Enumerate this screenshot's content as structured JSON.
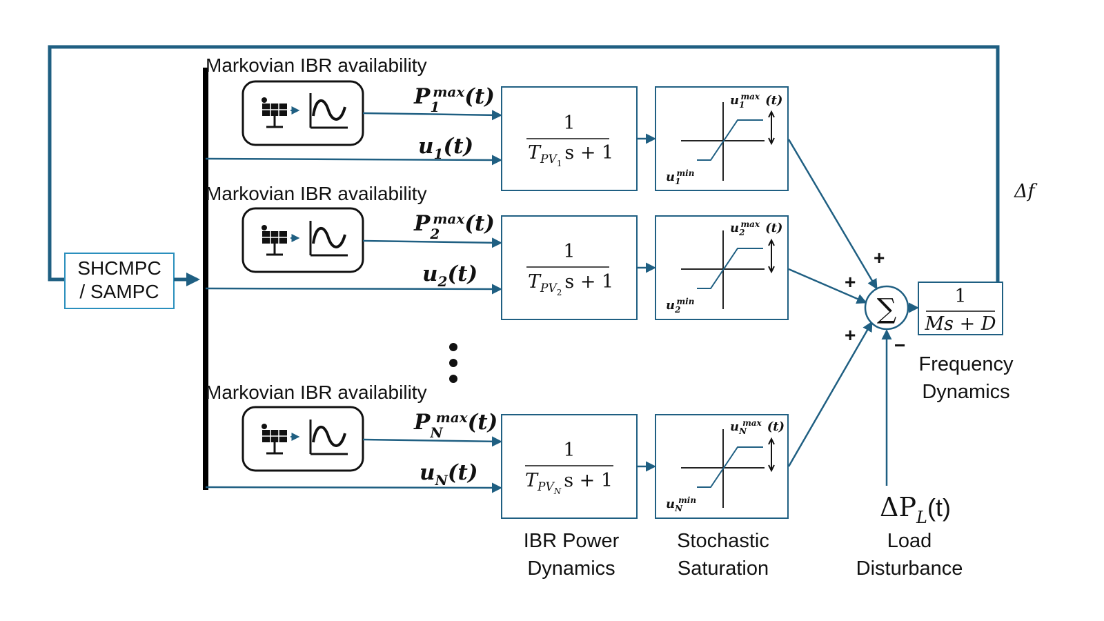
{
  "controller": {
    "line1": "SHCMPC",
    "line2": "/ SAMPC"
  },
  "markov_label": "Markovian IBR availability",
  "channels": [
    {
      "pmax_base": "P",
      "pmax_sub": "1",
      "pmax_sup": "max",
      "pmax_tail": "(t)",
      "u_base": "u",
      "u_sub": "1",
      "u_tail": "(t)",
      "tf_num": "1",
      "tf_den_base": "T",
      "tf_den_sub": "PV",
      "tf_den_subsub": "1",
      "tf_den_tail": "s + 1",
      "sat_max_base": "u",
      "sat_max_sub": "1",
      "sat_max_sup": "max",
      "sat_max_tail": "(t)",
      "sat_min_base": "u",
      "sat_min_sub": "1",
      "sat_min_sup": "min"
    },
    {
      "pmax_base": "P",
      "pmax_sub": "2",
      "pmax_sup": "max",
      "pmax_tail": "(t)",
      "u_base": "u",
      "u_sub": "2",
      "u_tail": "(t)",
      "tf_num": "1",
      "tf_den_base": "T",
      "tf_den_sub": "PV",
      "tf_den_subsub": "2",
      "tf_den_tail": "s + 1",
      "sat_max_base": "u",
      "sat_max_sub": "2",
      "sat_max_sup": "max",
      "sat_max_tail": "(t)",
      "sat_min_base": "u",
      "sat_min_sub": "2",
      "sat_min_sup": "min"
    },
    {
      "pmax_base": "P",
      "pmax_sub": "N",
      "pmax_sup": "max",
      "pmax_tail": "(t)",
      "u_base": "u",
      "u_sub": "N",
      "u_tail": "(t)",
      "tf_num": "1",
      "tf_den_base": "T",
      "tf_den_sub": "PV",
      "tf_den_subsub": "N",
      "tf_den_tail": "s + 1",
      "sat_max_base": "u",
      "sat_max_sub": "N",
      "sat_max_sup": "max",
      "sat_max_tail": "(t)",
      "sat_min_base": "u",
      "sat_min_sub": "N",
      "sat_min_sup": "min"
    }
  ],
  "summer": {
    "symbol": "∑",
    "sign_top": "+",
    "sign_mid": "+",
    "sign_bottom": "+",
    "sign_minus": "−"
  },
  "frequency_block": {
    "num": "1",
    "den": "Ms + D"
  },
  "feedback_label": "Δf",
  "load": {
    "base": "ΔP",
    "sub": "L",
    "tail": "(t)"
  },
  "captions": {
    "ibr_line1": "IBR Power",
    "ibr_line2": "Dynamics",
    "sat_line1": "Stochastic",
    "sat_line2": "Saturation",
    "load_line1": "Load",
    "load_line2": "Disturbance",
    "freq_line1": "Frequency",
    "freq_line2": "Dynamics"
  },
  "colors": {
    "wire": "#1f5f82",
    "box": "#1f5f82",
    "controller": "#2a8fbd",
    "ink": "#111111"
  },
  "icons": [
    "solar-panel-icon",
    "arrow-right-icon",
    "sine-wave-icon"
  ]
}
